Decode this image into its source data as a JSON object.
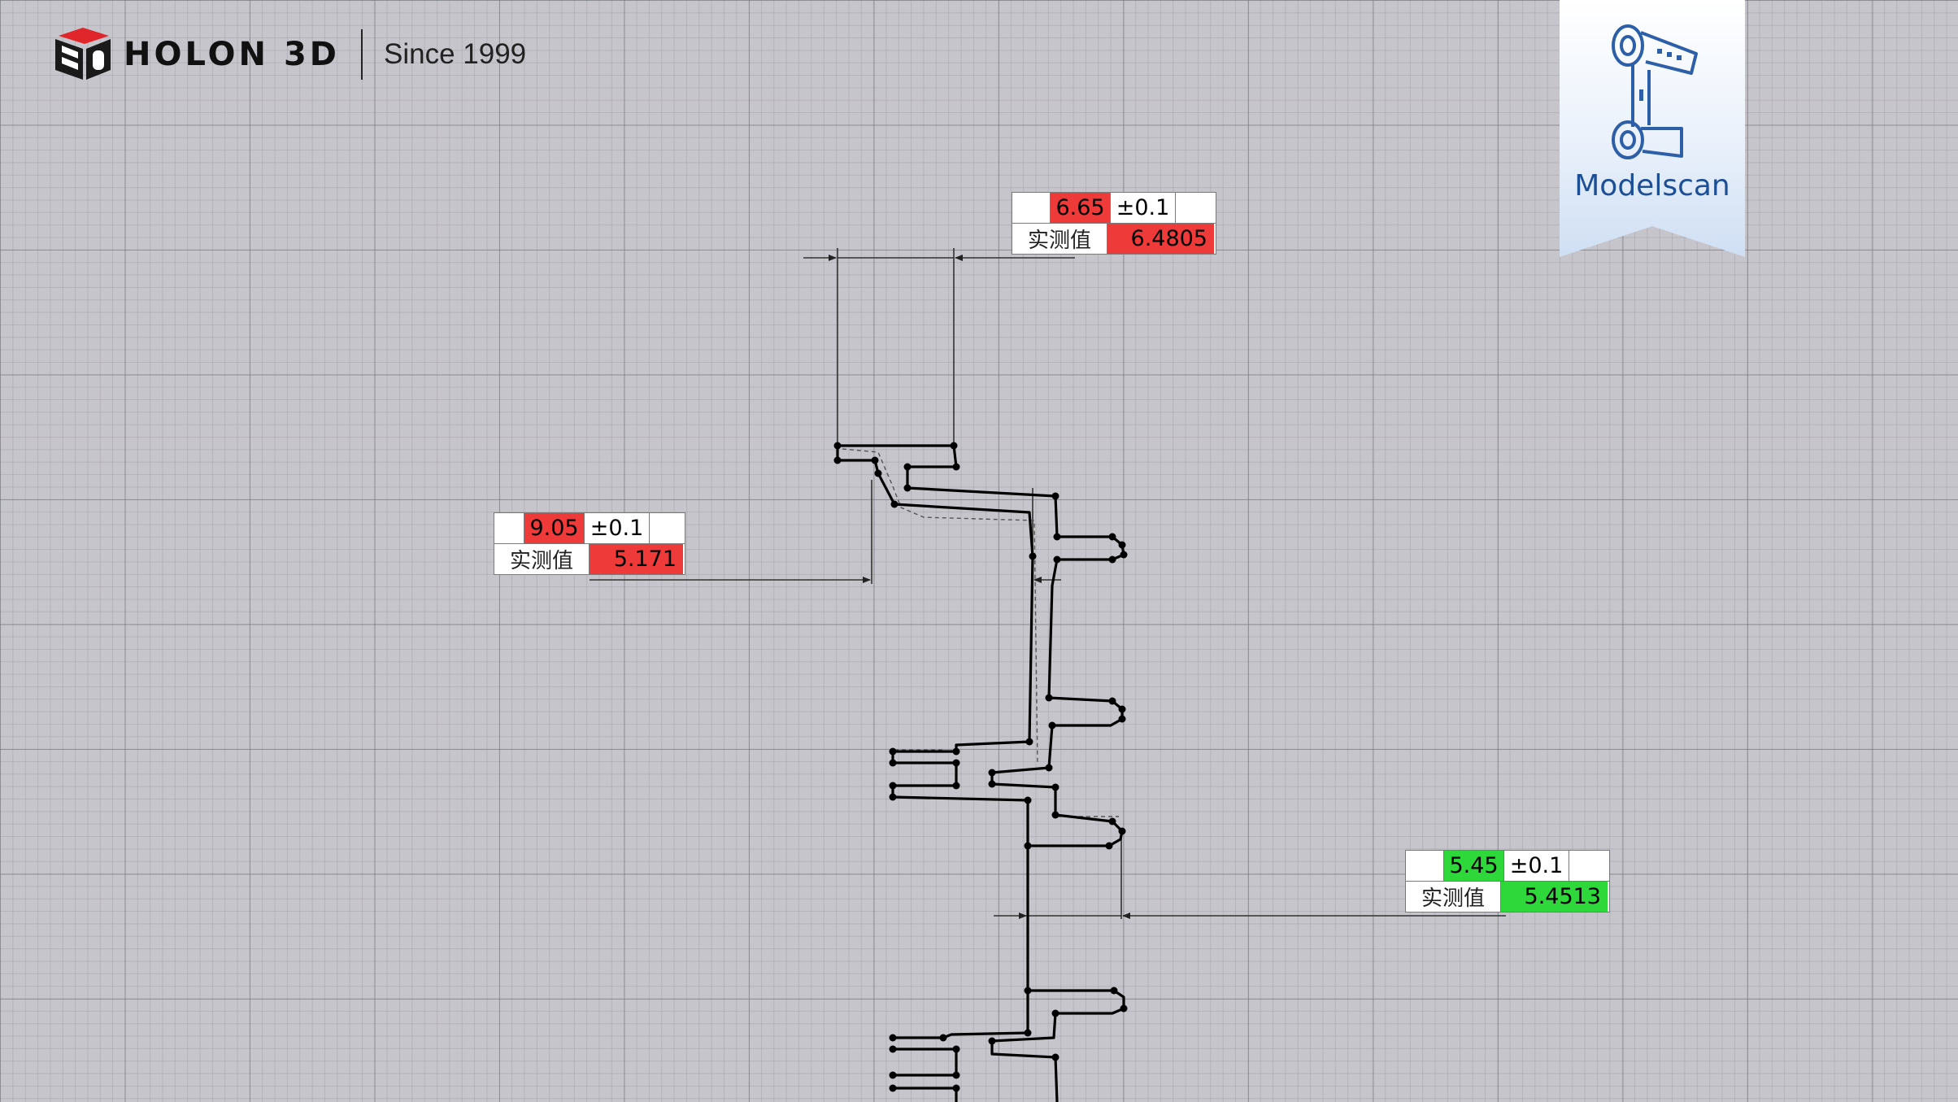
{
  "header": {
    "brand_name": "HOLON 3D",
    "since": "Since 1999",
    "logo_icon": "holon-cube-logo-icon"
  },
  "badge": {
    "label": "Modelscan",
    "device_icon": "handheld-3d-scanner-icon"
  },
  "dimensions": [
    {
      "nominal": "6.65",
      "tolerance": "±0.1",
      "measured_label": "实测值",
      "measured": "6.4805",
      "status": "fail"
    },
    {
      "nominal": "9.05",
      "tolerance": "±0.1",
      "measured_label": "实测值",
      "measured": "5.171",
      "status": "fail"
    },
    {
      "nominal": "5.45",
      "tolerance": "±0.1",
      "measured_label": "实测值",
      "measured": "5.4513",
      "status": "pass"
    }
  ],
  "colors": {
    "fail": "#ef3a3a",
    "pass": "#2fd83a",
    "brand_blue": "#1d4f96",
    "grid_background": "#c6c5cb"
  }
}
